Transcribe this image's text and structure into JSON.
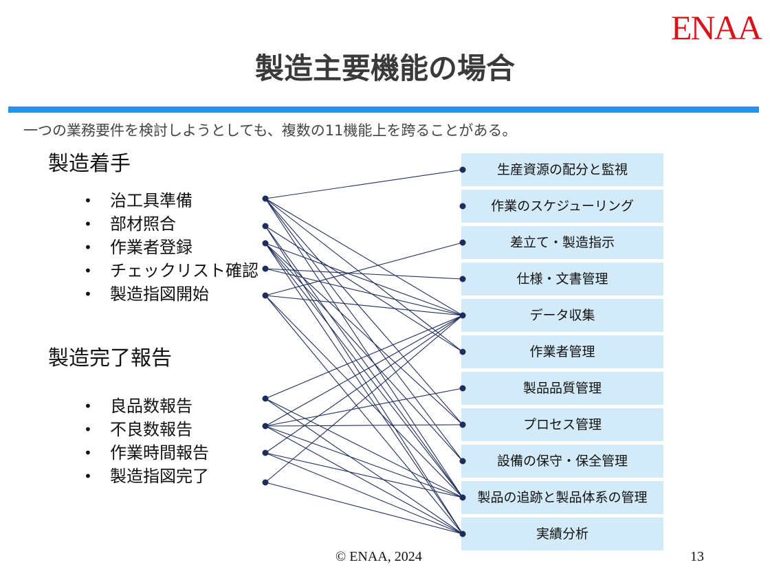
{
  "logo": {
    "text": "ENAA",
    "color": "#d7141a"
  },
  "title": "製造主要機能の場合",
  "subtitle": "一つの業務要件を検討しようとしても、複数の11機能上を跨ることがある。",
  "groups": [
    {
      "heading": "製造着手",
      "items": [
        "治工具準備",
        "部材照合",
        "作業者登録",
        "チェックリスト確認",
        "製造指図開始"
      ]
    },
    {
      "heading": "製造完了報告",
      "items": [
        "良品数報告",
        "不良数報告",
        "作業時間報告",
        "製造指図完了"
      ]
    }
  ],
  "functions": [
    "生産資源の配分と監視",
    "作業のスケジューリング",
    "差立て・製造指示",
    "仕様・文書管理",
    "データ収集",
    "作業者管理",
    "製品品質管理",
    "プロセス管理",
    "設備の保守・保全管理",
    "製品の追跡と製品体系の管理",
    "実績分析"
  ],
  "links": [
    [
      0,
      0
    ],
    [
      0,
      4
    ],
    [
      0,
      5
    ],
    [
      0,
      7
    ],
    [
      0,
      8
    ],
    [
      0,
      9
    ],
    [
      1,
      5
    ],
    [
      1,
      9
    ],
    [
      1,
      10
    ],
    [
      2,
      4
    ],
    [
      2,
      7
    ],
    [
      2,
      8
    ],
    [
      2,
      9
    ],
    [
      2,
      10
    ],
    [
      3,
      3
    ],
    [
      3,
      4
    ],
    [
      4,
      2
    ],
    [
      4,
      4
    ],
    [
      4,
      9
    ],
    [
      4,
      10
    ],
    [
      5,
      4
    ],
    [
      5,
      9
    ],
    [
      5,
      10
    ],
    [
      6,
      4
    ],
    [
      6,
      6
    ],
    [
      6,
      7
    ],
    [
      6,
      9
    ],
    [
      6,
      10
    ],
    [
      7,
      4
    ],
    [
      7,
      9
    ],
    [
      7,
      10
    ],
    [
      8,
      4
    ],
    [
      8,
      10
    ]
  ],
  "colors": {
    "line": "#1f2d5c",
    "box": "#d3ebf9",
    "rule": "#1a98e8"
  },
  "footer": {
    "copyright": "© ENAA, 2024",
    "page": "13"
  }
}
